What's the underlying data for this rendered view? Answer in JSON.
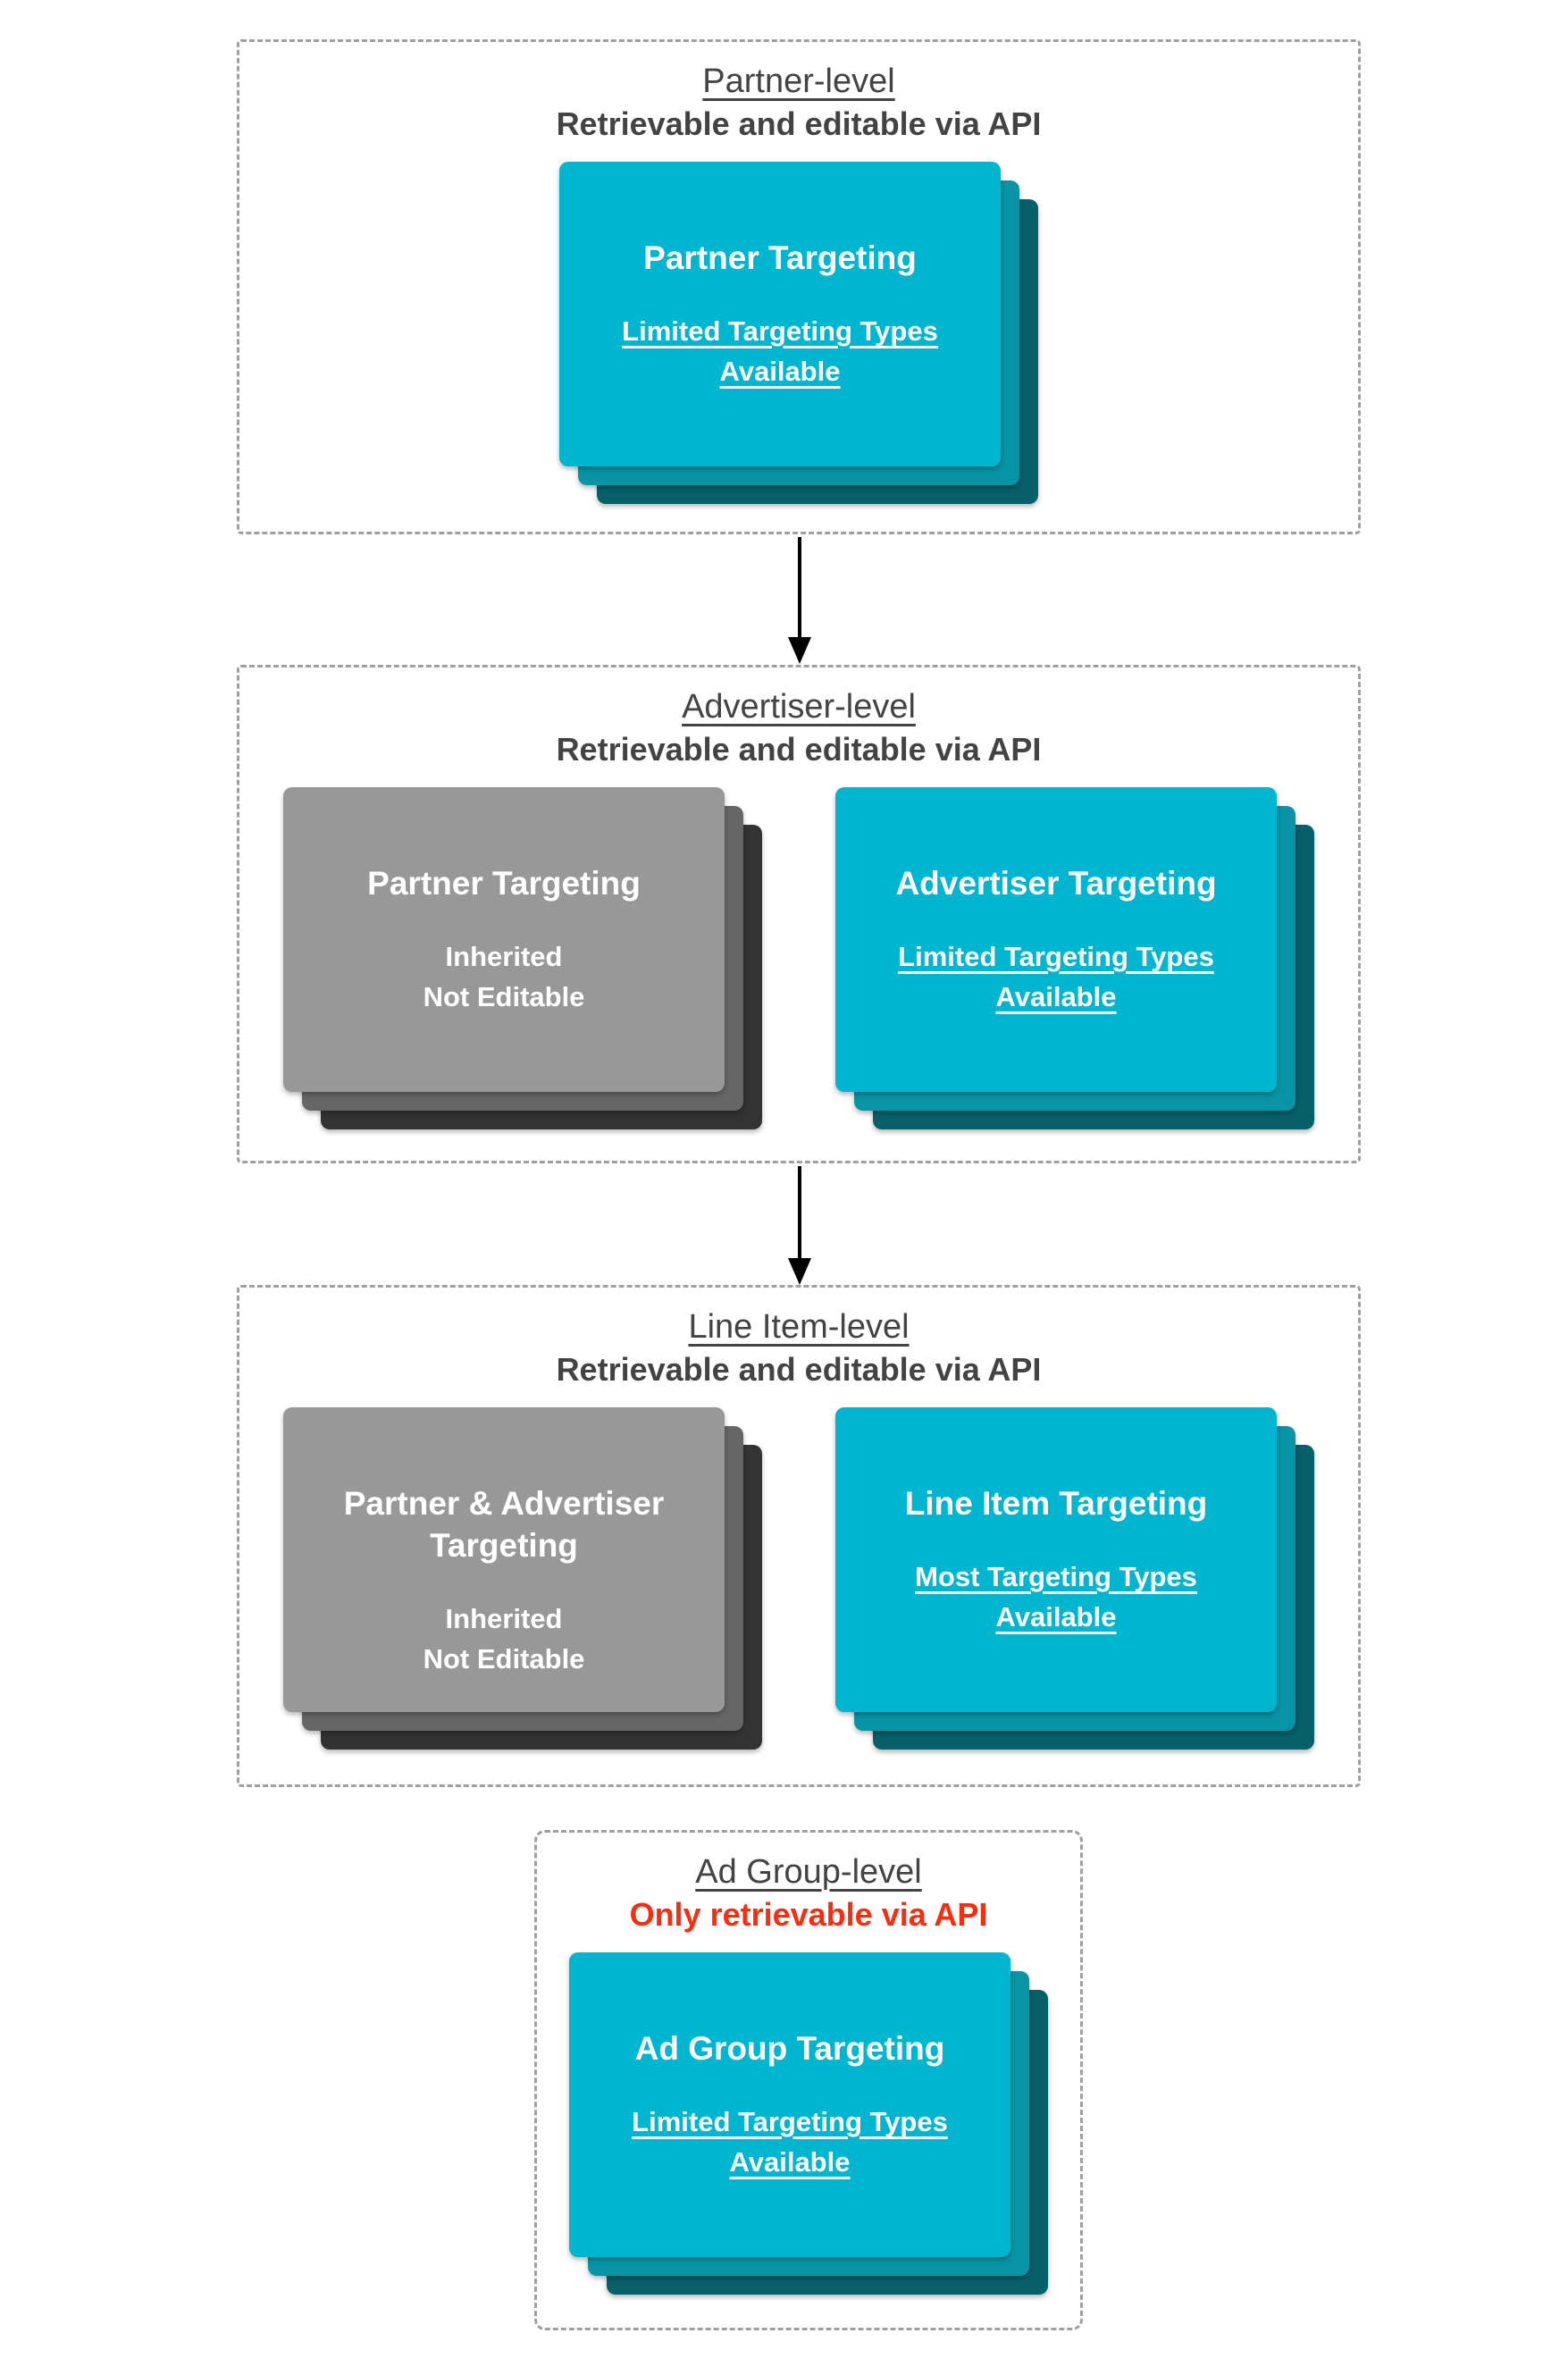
{
  "colors": {
    "teal_card_front": "#00b5cf",
    "teal_card_middle": "#0894a4",
    "teal_card_back": "#075f6a",
    "gray_card_front": "#989898",
    "gray_card_middle": "#666666",
    "gray_card_back": "#333333",
    "heading_text": "#434343",
    "warning_red_text": "#fa2d10",
    "dashed_border": "#9f9f9f",
    "arrow": "#000000",
    "card_text": "#ffffff"
  },
  "sections": [
    {
      "title": "Partner-level",
      "subtitle": "Retrievable and editable via API",
      "cards": [
        {
          "title": "Partner Targeting",
          "lines": [
            "Limited Targeting Types",
            "Available"
          ]
        }
      ]
    },
    {
      "title": "Advertiser-level",
      "subtitle": "Retrievable and editable via API",
      "cards": [
        {
          "title": "Partner Targeting",
          "lines": [
            "Inherited",
            "Not Editable"
          ]
        },
        {
          "title": "Advertiser Targeting",
          "lines": [
            "Limited Targeting Types",
            "Available"
          ]
        }
      ]
    },
    {
      "title": "Line Item-level",
      "subtitle": "Retrievable and editable via API",
      "cards": [
        {
          "title": "Partner & Advertiser Targeting",
          "lines": [
            "Inherited",
            "Not Editable"
          ]
        },
        {
          "title": "Line Item Targeting",
          "lines": [
            "Most Targeting Types",
            "Available"
          ]
        }
      ]
    },
    {
      "title": "Ad Group-level",
      "subtitle": "Only retrievable via API",
      "cards": [
        {
          "title": "Ad Group Targeting",
          "lines": [
            "Limited Targeting Types",
            "Available"
          ]
        }
      ]
    }
  ]
}
